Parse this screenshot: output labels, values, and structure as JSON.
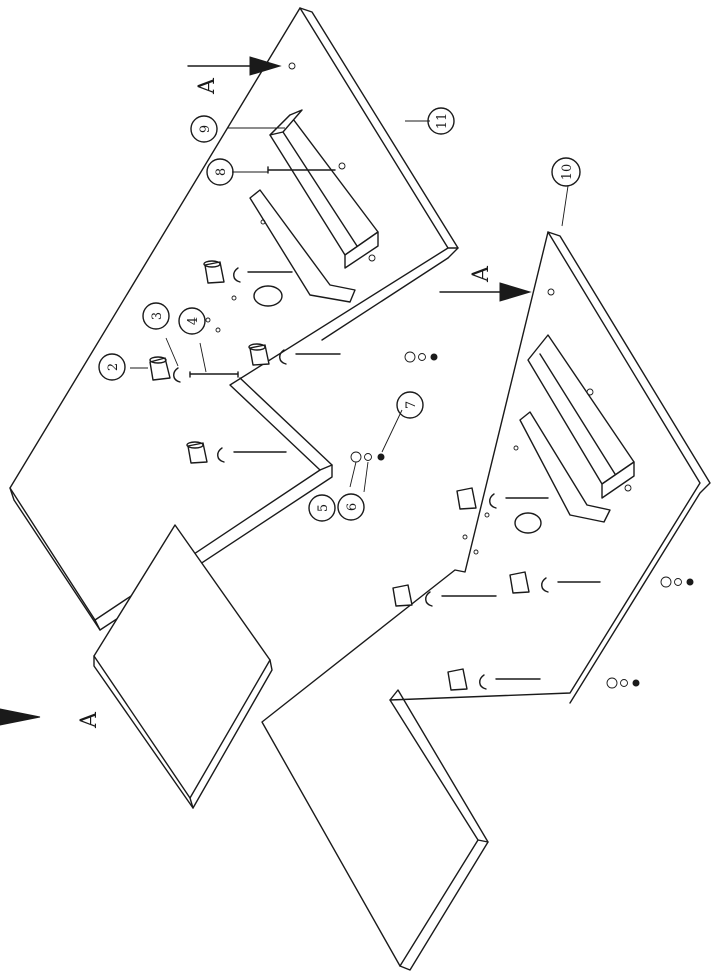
{
  "diagram": {
    "callouts": [
      {
        "id": "callout-2",
        "label": "2"
      },
      {
        "id": "callout-3",
        "label": "3"
      },
      {
        "id": "callout-4",
        "label": "4"
      },
      {
        "id": "callout-5",
        "label": "5"
      },
      {
        "id": "callout-6",
        "label": "6"
      },
      {
        "id": "callout-7",
        "label": "7"
      },
      {
        "id": "callout-8",
        "label": "8"
      },
      {
        "id": "callout-9",
        "label": "9"
      },
      {
        "id": "callout-10",
        "label": "10"
      },
      {
        "id": "callout-11",
        "label": "11"
      }
    ],
    "view_arrows": [
      {
        "id": "view-arrow-top",
        "label": "A"
      },
      {
        "id": "view-arrow-mid",
        "label": "A"
      },
      {
        "id": "view-arrow-left",
        "label": "A"
      }
    ],
    "colors": {
      "ink": "#1a1a1a",
      "paper": "#ffffff"
    }
  }
}
